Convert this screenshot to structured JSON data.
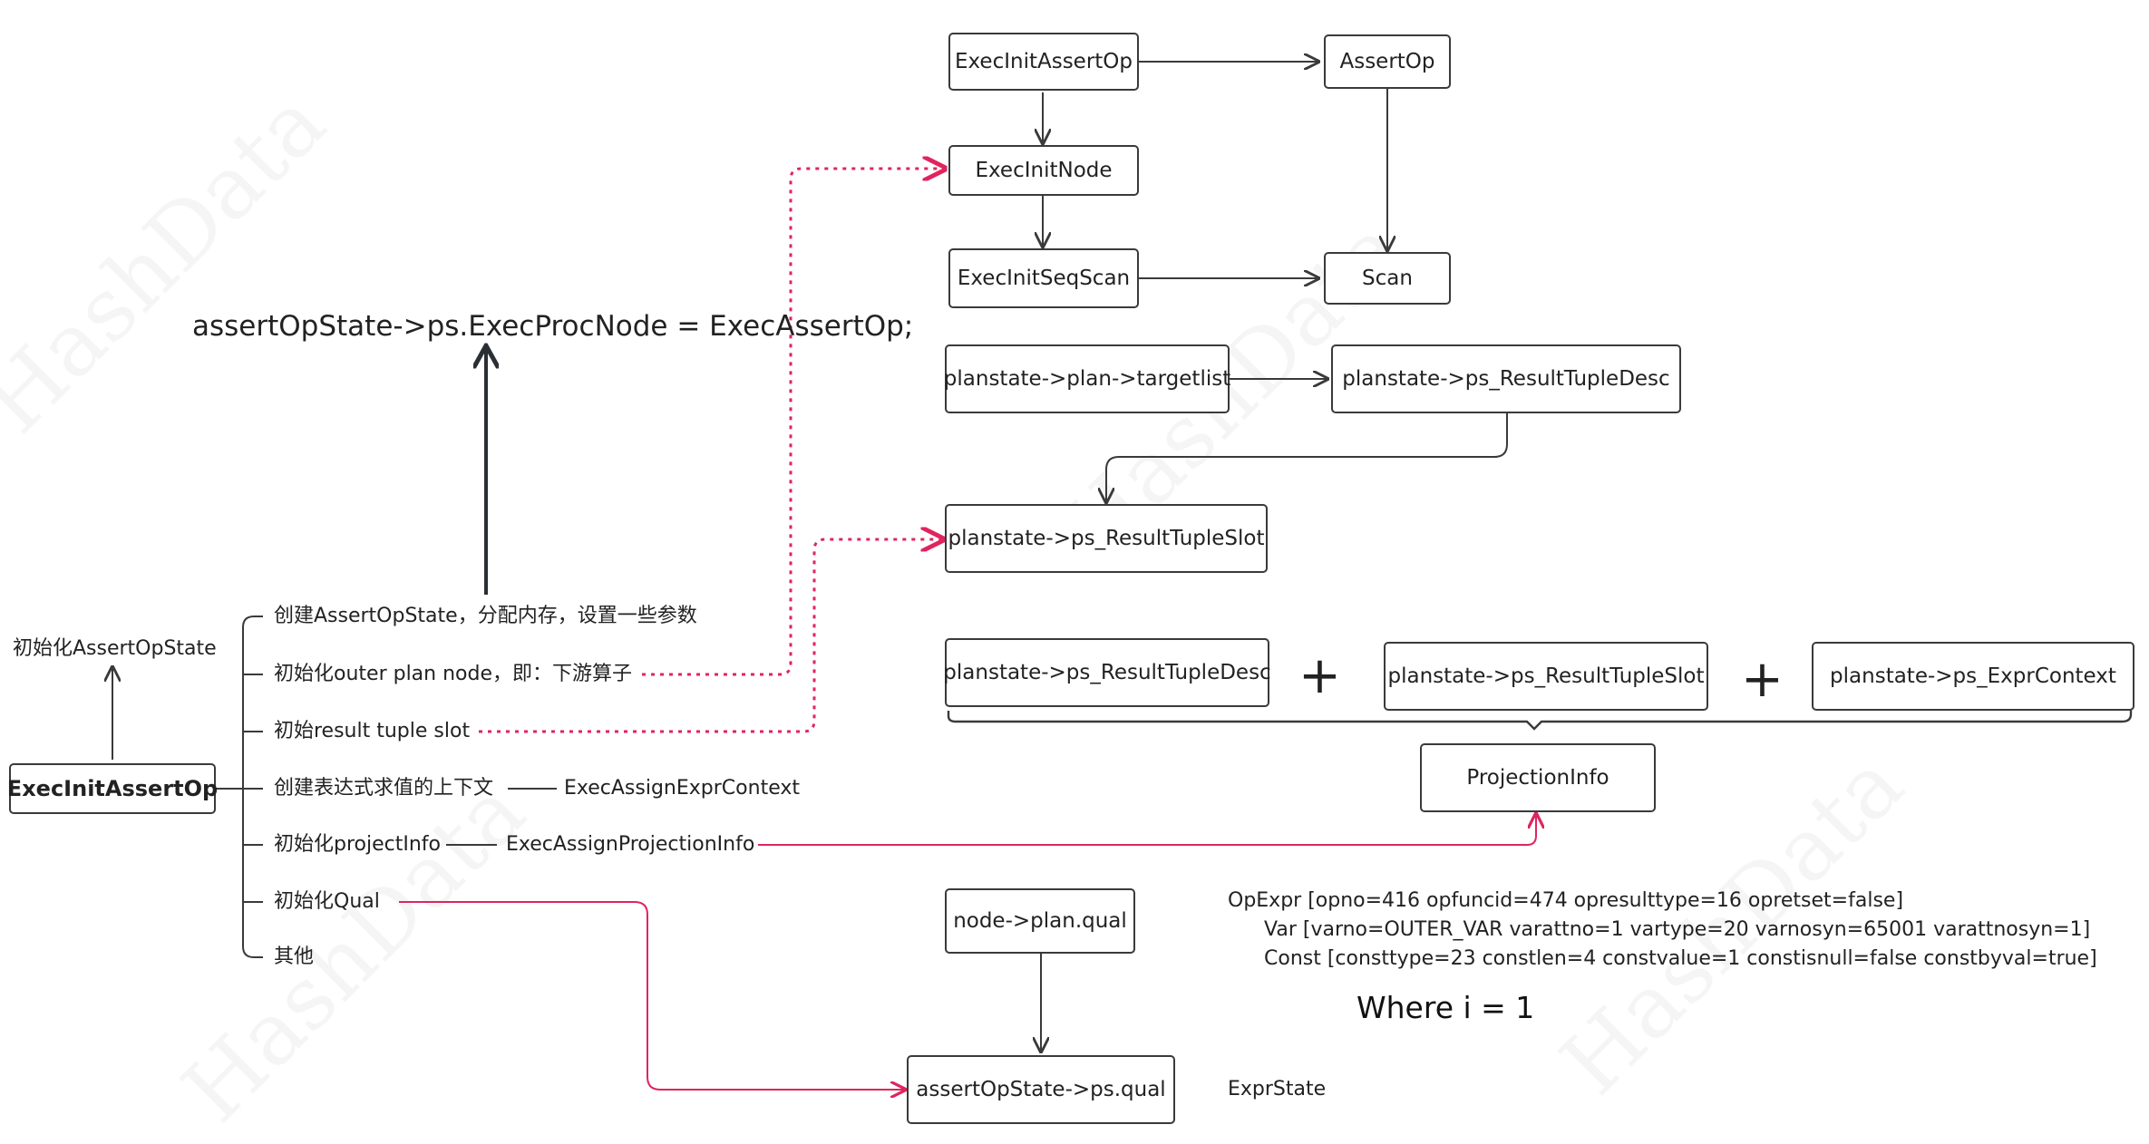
{
  "watermark": "HashData",
  "left": {
    "main_node": "ExecInitAssertOp",
    "top_label": "初始化AssertOpState",
    "exec_proc_line": "assertOpState->ps.ExecProcNode = ExecAssertOp;",
    "steps": [
      "创建AssertOpState，分配内存，设置一些参数",
      "初始化outer plan node，即：下游算子",
      "初始result tuple slot",
      "创建表达式求值的上下文",
      "初始化projectInfo",
      "初始化Qual",
      "其他"
    ],
    "step_targets": {
      "expr_context": "ExecAssignExprContext",
      "projection_info": "ExecAssignProjectionInfo"
    }
  },
  "boxes": {
    "exec_init_assert_op": "ExecInitAssertOp",
    "assert_op": "AssertOp",
    "exec_init_node": "ExecInitNode",
    "exec_init_seq_scan": "ExecInitSeqScan",
    "scan": "Scan",
    "plan_targetlist": "planstate->plan->targetlist",
    "result_tuple_desc": "planstate->ps_ResultTupleDesc",
    "result_tuple_slot": "planstate->ps_ResultTupleSlot",
    "sum_result_tuple_desc": "planstate->ps_ResultTupleDesc",
    "sum_result_tuple_slot": "planstate->ps_ResultTupleSlot",
    "sum_expr_context": "planstate->ps_ExprContext",
    "projection_info": "ProjectionInfo",
    "node_plan_qual": "node->plan.qual",
    "assert_op_state_qual": "assertOpState->ps.qual"
  },
  "plus_sign": "+",
  "opexpr": {
    "line1": "OpExpr [opno=416 opfuncid=474 opresulttype=16 opretset=false]",
    "line2": "Var [varno=OUTER_VAR varattno=1 vartype=20 varnosyn=65001 varattnosyn=1]",
    "line3": "Const [consttype=23 constlen=4 constvalue=1 constisnull=false constbyval=true]"
  },
  "where_clause": "Where i = 1",
  "expr_state": "ExprState",
  "colors": {
    "line": "#3a3a3a",
    "highlight": "#e0245e"
  }
}
